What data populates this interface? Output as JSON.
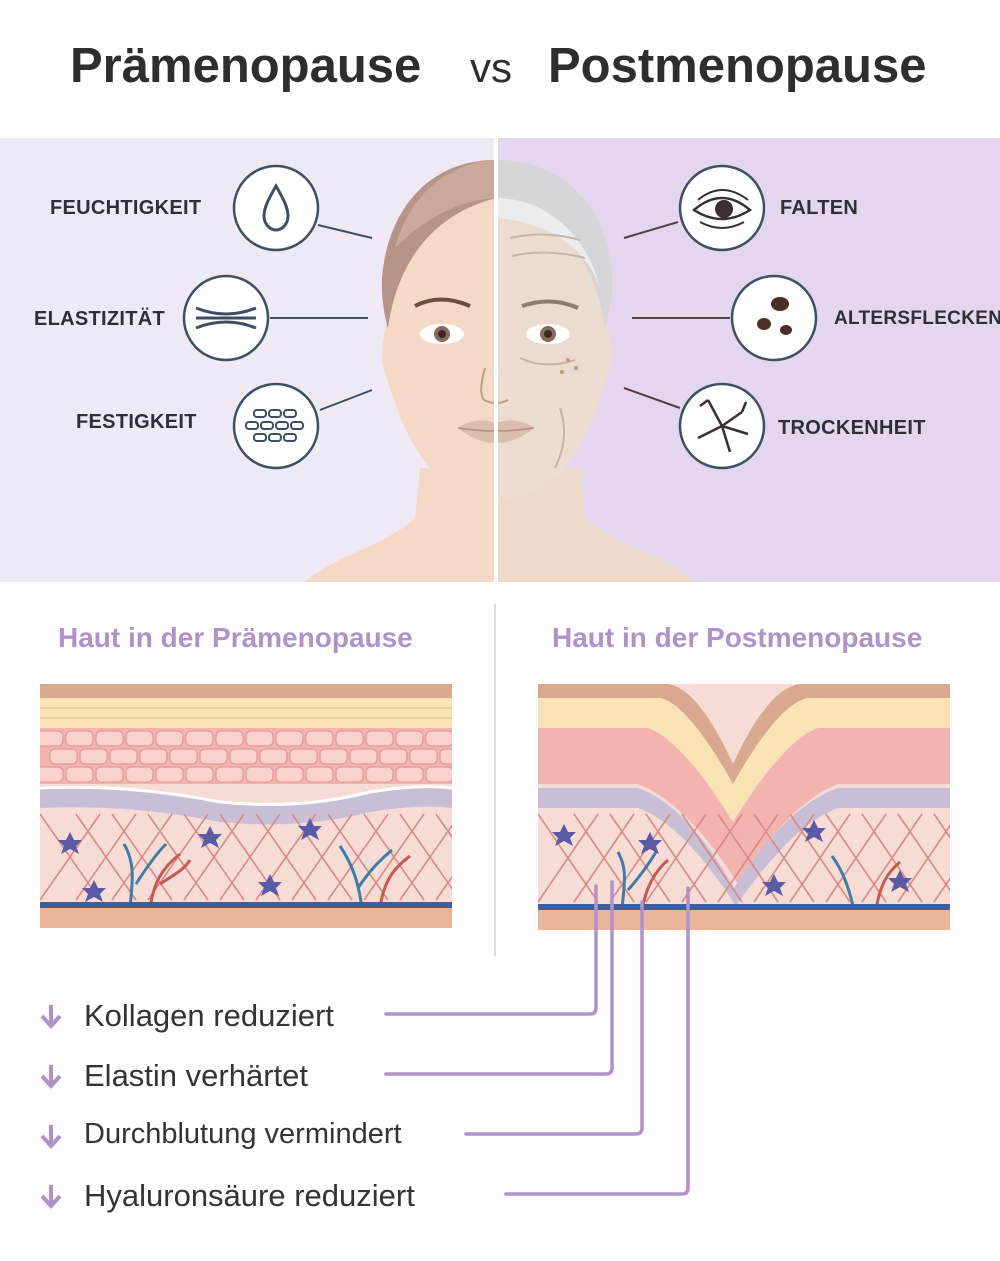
{
  "header": {
    "title_left": "Prämenopause",
    "vs": "vs",
    "title_right": "Postmenopause"
  },
  "features_left": [
    {
      "label": "FEUCHTIGKEIT",
      "icon": "water-drop-icon"
    },
    {
      "label": "ELASTIZITÄT",
      "icon": "elastic-lines-icon"
    },
    {
      "label": "FESTIGKEIT",
      "icon": "cell-grid-icon"
    }
  ],
  "features_right": [
    {
      "label": "FALTEN",
      "icon": "wrinkled-eye-icon"
    },
    {
      "label": "ALTERSFLECKEN",
      "icon": "age-spots-icon"
    },
    {
      "label": "TROCKENHEIT",
      "icon": "cracked-skin-icon"
    }
  ],
  "skin": {
    "left_heading": "Haut in der Prämenopause",
    "right_heading": "Haut in der Postmenopause"
  },
  "effects": [
    {
      "label": "Kollagen reduziert",
      "icon": "arrow-down-icon"
    },
    {
      "label": "Elastin verhärtet",
      "icon": "arrow-down-icon"
    },
    {
      "label": "Durchblutung vermindert",
      "icon": "arrow-down-icon"
    },
    {
      "label": "Hyaluronsäure reduziert",
      "icon": "arrow-down-icon"
    }
  ],
  "colors": {
    "purple_bg_left": "#efe8f5",
    "purple_bg_right": "#e3d6ee",
    "accent_purple": "#b192c8",
    "icon_stroke": "#3d4f62",
    "text_dark": "#2e2e30"
  }
}
